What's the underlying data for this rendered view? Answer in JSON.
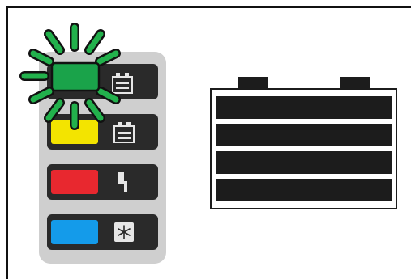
{
  "indicator_panel": {
    "rows": [
      {
        "name": "charged",
        "led_color": "#1aa34a",
        "led_state": "on",
        "icon": "battery-full-icon"
      },
      {
        "name": "charging",
        "led_color": "#f3e400",
        "led_state": "off",
        "icon": "battery-half-icon"
      },
      {
        "name": "fault",
        "led_color": "#e8282f",
        "led_state": "off",
        "icon": "lightning-bolt-icon"
      },
      {
        "name": "cold",
        "led_color": "#149bea",
        "led_state": "off",
        "icon": "snowflake-icon"
      }
    ],
    "glow_color": "#22b14c",
    "panel_color": "#cfcfcf",
    "slot_color": "#2a2a2a"
  },
  "battery": {
    "cells": 4,
    "cell_color": "#1c1c1c",
    "outline_color": "#1c1c1c"
  }
}
